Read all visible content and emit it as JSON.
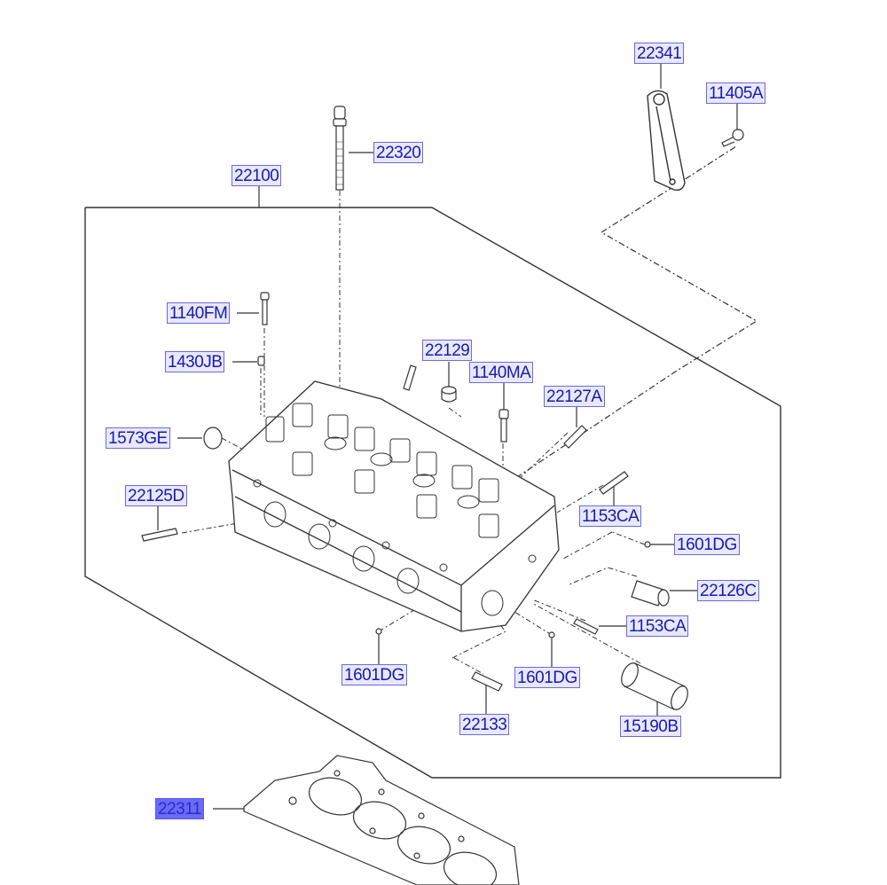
{
  "diagram": {
    "title": "Cylinder Head",
    "selected_part": "22311",
    "colors": {
      "callout_border": "#6b6be0",
      "callout_text": "#1a1ab0",
      "callout_bg": "#e8e8fb",
      "selected_bg": "#6a6af5",
      "line": "#333333"
    }
  },
  "callouts": [
    {
      "id": "c22341",
      "label": "22341"
    },
    {
      "id": "c11405A",
      "label": "11405A"
    },
    {
      "id": "c22320",
      "label": "22320"
    },
    {
      "id": "c22100",
      "label": "22100"
    },
    {
      "id": "c1140FM",
      "label": "1140FM"
    },
    {
      "id": "c1430JB",
      "label": "1430JB"
    },
    {
      "id": "c22129",
      "label": "22129"
    },
    {
      "id": "c1140MA",
      "label": "1140MA"
    },
    {
      "id": "c22127A",
      "label": "22127A"
    },
    {
      "id": "c1573GE",
      "label": "1573GE"
    },
    {
      "id": "c22125D",
      "label": "22125D"
    },
    {
      "id": "c1153CA_a",
      "label": "1153CA"
    },
    {
      "id": "c1601DG_a",
      "label": "1601DG"
    },
    {
      "id": "c22126C",
      "label": "22126C"
    },
    {
      "id": "c1153CA_b",
      "label": "1153CA"
    },
    {
      "id": "c1601DG_b",
      "label": "1601DG"
    },
    {
      "id": "c1601DG_c",
      "label": "1601DG"
    },
    {
      "id": "c22133",
      "label": "22133"
    },
    {
      "id": "c15190B",
      "label": "15190B"
    },
    {
      "id": "c22311",
      "label": "22311"
    }
  ]
}
